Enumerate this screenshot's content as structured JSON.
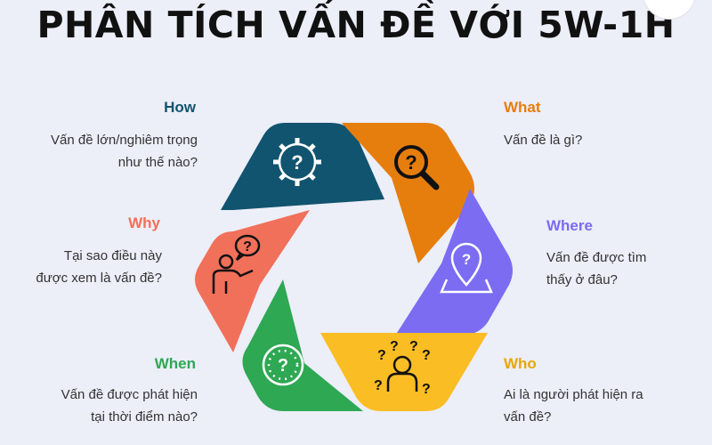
{
  "title": "PHÂN TÍCH VẤN ĐỀ VỚI 5W-1H",
  "colors": {
    "how": "#10546f",
    "what": "#e67e0e",
    "where": "#7b6cf2",
    "who": "#fbbd24",
    "when": "#2ea853",
    "why": "#f1705a"
  },
  "items": {
    "how": {
      "label": "How",
      "desc_line1": "Vấn đề lớn/nghiêm trọng",
      "desc_line2": "như thế nào?",
      "icon": "gear-question-icon"
    },
    "what": {
      "label": "What",
      "desc_line1": "Vấn đề là gì?",
      "desc_line2": "",
      "icon": "magnifier-question-icon"
    },
    "why": {
      "label": "Why",
      "desc_line1": "Tại sao điều này",
      "desc_line2": "được xem là vấn đề?",
      "icon": "person-question-icon"
    },
    "where": {
      "label": "Where",
      "desc_line1": "Vấn đề được tìm",
      "desc_line2": "thấy ở đâu?",
      "icon": "map-pin-question-icon"
    },
    "when": {
      "label": "When",
      "desc_line1": "Vấn đề được phát hiện",
      "desc_line2": "tại thời điểm nào?",
      "icon": "clock-question-icon"
    },
    "who": {
      "label": "Who",
      "desc_line1": "Ai là người phát hiện ra",
      "desc_line2": "vấn đề?",
      "icon": "person-questions-icon"
    }
  }
}
